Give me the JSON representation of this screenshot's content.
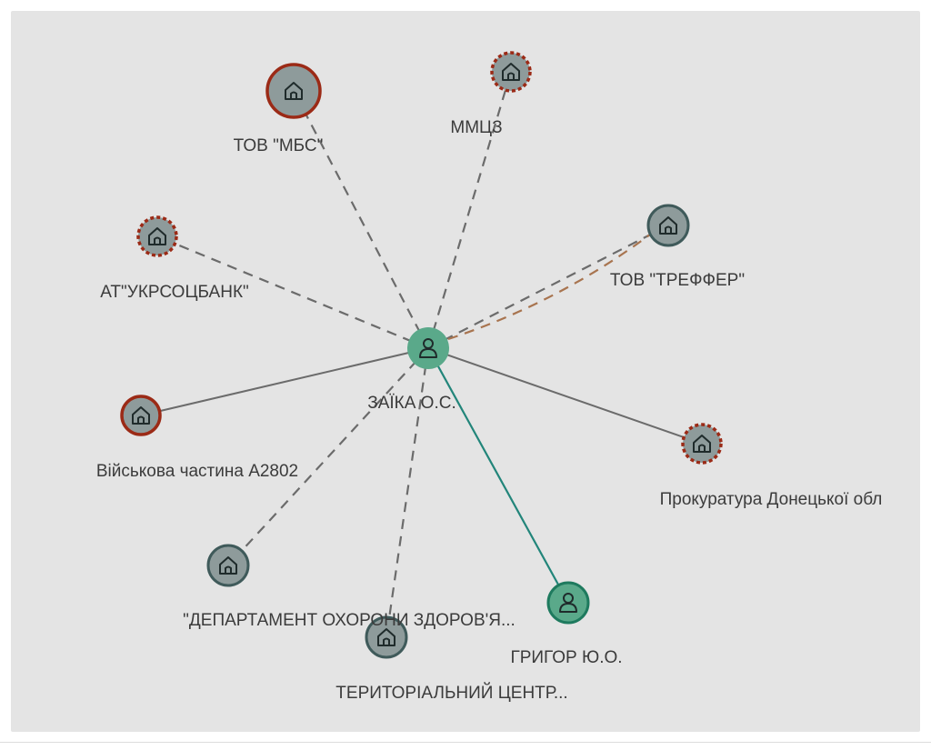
{
  "colors": {
    "background": "#e4e4e4",
    "org_fill": "#8e9b9b",
    "person_fill": "#5aa98a",
    "border_red": "#9b2a16",
    "border_dark": "#3f5a5a",
    "border_green": "#1e7a5e",
    "edge_dashed": "#6b6b6b",
    "edge_orange": "#a8744f",
    "edge_teal": "#22857a",
    "edge_solid": "#6b6b6b"
  },
  "center": {
    "id": "zaika",
    "label": "ЗАЇКА О.С.",
    "type": "person",
    "icon": "person-icon"
  },
  "nodes": [
    {
      "id": "mbs",
      "label": "ТОВ \"МБС\"",
      "type": "org",
      "icon": "building-icon",
      "border": "solid-red"
    },
    {
      "id": "mmtsz",
      "label": "ММЦЗ",
      "type": "org",
      "icon": "building-icon",
      "border": "dashed-red"
    },
    {
      "id": "ukrsotsbank",
      "label": "АТ\"УКРСОЦБАНК\"",
      "type": "org",
      "icon": "building-icon",
      "border": "dashed-red"
    },
    {
      "id": "treffer",
      "label": "ТОВ \"ТРЕФФЕР\"",
      "type": "org",
      "icon": "building-icon",
      "border": "solid-dark"
    },
    {
      "id": "military",
      "label": "Військова частина А2802",
      "type": "org",
      "icon": "building-icon",
      "border": "solid-red"
    },
    {
      "id": "prosecutor",
      "label": "Прокуратура Донецької обл",
      "type": "org",
      "icon": "building-icon",
      "border": "dashed-red"
    },
    {
      "id": "department",
      "label": "\"ДЕПАРТАМЕНТ ОХОРОНИ ЗДОРОВ'Я...",
      "type": "org",
      "icon": "building-icon",
      "border": "solid-dark"
    },
    {
      "id": "territorial",
      "label": "ТЕРИТОРІАЛЬНИЙ ЦЕНТР...",
      "type": "org",
      "icon": "building-icon",
      "border": "solid-dark"
    },
    {
      "id": "hryhor",
      "label": "ГРИГОР Ю.О.",
      "type": "person",
      "icon": "person-icon",
      "border": "solid-green"
    }
  ],
  "edges": [
    {
      "from": "zaika",
      "to": "mbs",
      "style": "dashed"
    },
    {
      "from": "zaika",
      "to": "mmtsz",
      "style": "dashed"
    },
    {
      "from": "zaika",
      "to": "ukrsotsbank",
      "style": "dashed"
    },
    {
      "from": "zaika",
      "to": "treffer",
      "style": "dashed"
    },
    {
      "from": "zaika",
      "to": "treffer",
      "style": "dashed-orange"
    },
    {
      "from": "zaika",
      "to": "military",
      "style": "solid"
    },
    {
      "from": "zaika",
      "to": "prosecutor",
      "style": "solid"
    },
    {
      "from": "zaika",
      "to": "department",
      "style": "dashed"
    },
    {
      "from": "zaika",
      "to": "territorial",
      "style": "dashed"
    },
    {
      "from": "zaika",
      "to": "hryhor",
      "style": "solid-teal"
    }
  ]
}
